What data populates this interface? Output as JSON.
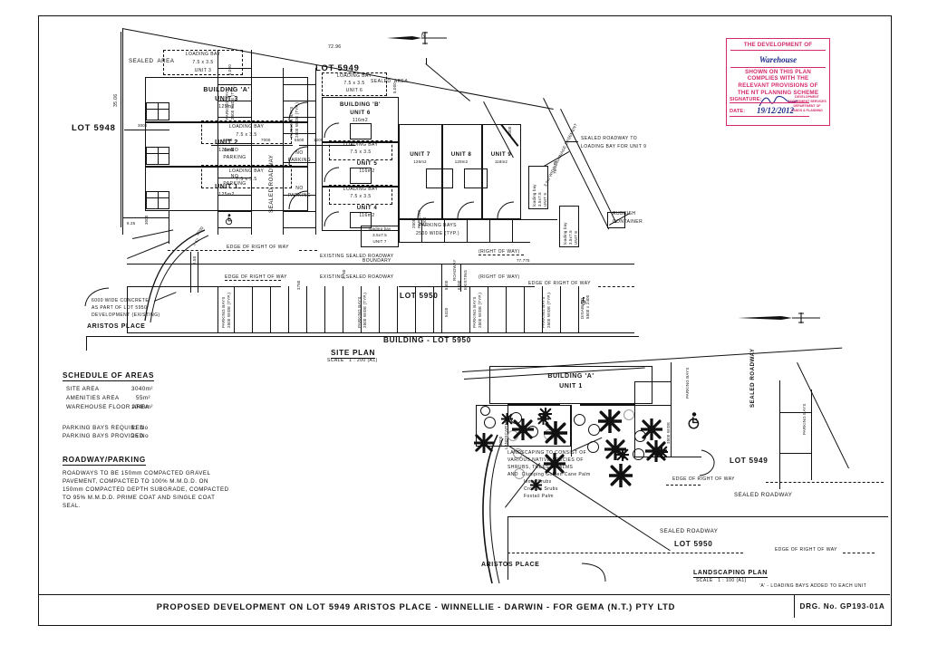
{
  "sheet": {
    "drawing_type": "architectural-site-plan",
    "title_block": {
      "main_title": "PROPOSED DEVELOPMENT ON LOT 5949 ARISTOS PLACE - WINNELLIE - DARWIN - FOR GEMA (N.T.) PTY LTD",
      "drawing_number_label": "DRG. No. GP193-01A"
    }
  },
  "stamp": {
    "line1": "THE DEVELOPMENT OF",
    "handwritten_use": "Warehouse",
    "line2": "SHOWN ON THIS PLAN",
    "line3": "COMPLIES WITH THE",
    "line4": "RELEVANT PROVISIONS OF",
    "line5": "THE NT PLANNING SCHEME",
    "signature_label": "SIGNATURE:",
    "date_label": "DATE:",
    "date_value": "19/12/2012",
    "dept1": "DEVELOPMENT",
    "dept2": "ASSESSMENT SERVICES",
    "dept3": "DEPARTMENT OF",
    "dept4": "LANDS & PLANNING",
    "border_color": "#d42a6b",
    "ink_color": "#1c2a8a"
  },
  "site_plan": {
    "title": "SITE PLAN",
    "scale": "SCALE   1 : 200 (A1)",
    "north_arrow": "north-arrow-icon",
    "lots": {
      "lot_north": "LOT 5949",
      "lot_west": "LOT 5948",
      "lot_south": "LOT 5950",
      "building_south": "BUILDING - LOT 5950"
    },
    "street": "ARISTOS PLACE",
    "building_a": {
      "name": "BUILDING 'A'",
      "units": [
        {
          "unit": "UNIT 3",
          "area": "125m2",
          "loading_bay": "LOADING BAY",
          "bay_size": "7.5 x 3.5",
          "bay_unit": "UNIT 3"
        },
        {
          "unit": "UNIT 2",
          "area": "125m2",
          "loading_bay": "LOADING BAY",
          "bay_size": "7.5 x 3.5",
          "bay_unit": ""
        },
        {
          "unit": "UNIT 1",
          "area": "125m2",
          "loading_bay": "LOADING BAY",
          "bay_size": "7.5 x 3.5",
          "bay_unit": ""
        }
      ]
    },
    "building_b": {
      "name": "BUILDING 'B'",
      "units": [
        {
          "unit": "UNIT 6",
          "area": "116m2",
          "loading_bay": "LOADING BAY",
          "bay_size": "7.5 x 3.5",
          "bay_unit": "UNIT 6"
        },
        {
          "unit": "UNIT 5",
          "area": "116m2",
          "loading_bay": "LOADING BAY",
          "bay_size": "7.5 x 3.5",
          "bay_unit": ""
        },
        {
          "unit": "UNIT 4",
          "area": "116m2",
          "loading_bay": "LOADING BAY",
          "bay_size": "7.5 x 3.5",
          "bay_unit": ""
        }
      ],
      "loading_bay_unit7": {
        "l1": "loading bay",
        "l2": "3.5x7.5",
        "l3": "UNIT 7"
      }
    },
    "building_c_units": [
      {
        "unit": "UNIT 7",
        "area": "126m2"
      },
      {
        "unit": "UNIT 8",
        "area": "128m2"
      },
      {
        "unit": "UNIT 9",
        "area": "118m2"
      }
    ],
    "loading_bay_unit9": {
      "l1": "loading bay",
      "l2": "3.5x7.5",
      "l3": "UNIT 9"
    },
    "loading_bay_unit8": {
      "l1": "loading bay",
      "l2": "3.5x7.5",
      "l3": "UNIT 8"
    },
    "annotations": {
      "sealed_area": "SEALED  AREA",
      "sealed_area_2": "SEALED  AREA",
      "sealed_roadway_vert": "SEALED ROADWAY",
      "no_parking": "NO\nPARKING",
      "parking_bays_typ": "PARKING BAYS\n2500 WIDE (TYP.)",
      "sealed_roadway_to_bay": "SEALED ROADWAY TO\nLOADING BAY FOR UNIT 9",
      "rubbish_container": "RUBBISH\nCONTAINER",
      "drainage_easement": "3.0m WIDE DRAINAGE EASEMENT",
      "concrete_note": "6000 WIDE CONCRETE\nAS PART OF LOT 5950\nDEVELOPMENT (EXISTING)",
      "edge_of_right_of_way": "EDGE OF RIGHT OF WAY",
      "existing_sealed_roadway": "EXISTING SEALED ROADWAY",
      "boundary": "BOUNDARY",
      "right_of_way": "(RIGHT OF WAY)",
      "existing_roadway_vert": "EXISTING",
      "roadway_vert": "ROADWAY",
      "disabled_bay": "DISABLED\n5500 x 2400"
    },
    "dimensions": {
      "top_boundary": "72.96",
      "left_boundary": "35.06",
      "bottom_right_boundary": "77.775",
      "easement_length": "76.075",
      "d_5000_top_a": "5.000",
      "d_5000_top_b": "5.000",
      "d_3000_west": "3000",
      "d_8350": "8.35",
      "d_3000_south": "3000",
      "d_3200_a": "3200",
      "d_5500_a": "5500",
      "d_7000": "7000",
      "d_5500_b": "5500",
      "d_1200": "1200",
      "d_3750_a": "3750",
      "d_5300": "5300",
      "d_6450": "6450",
      "d_5320": "5320",
      "d_5000_right": "5000",
      "d_1200_b": "1200",
      "d_3_62": "3.62",
      "d_2000": "2000",
      "d_2_50": "2.50",
      "d_3750_b": "3750"
    }
  },
  "schedule_of_areas": {
    "title": "SCHEDULE OF AREAS",
    "rows": [
      {
        "label": "SITE AREA",
        "value": "3040m²"
      },
      {
        "label": "AMENITIES AREA",
        "value": "55m²"
      },
      {
        "label": "WAREHOUSE FLOOR AREA",
        "value": "1040m²"
      }
    ],
    "parking": [
      {
        "label": "PARKING BAYS REQUIRED",
        "value": "11 No"
      },
      {
        "label": "PARKING BAYS PROVIDED",
        "value": "25 No"
      }
    ]
  },
  "roadway_parking": {
    "title": "ROADWAY/PARKING",
    "body": "ROADWAYS TO BE 150mm COMPACTED GRAVEL\nPAVEMENT, COMPACTED TO 100% M.M.D.D. ON\n150mm COMPACTED DEPTH SUBGRADE, COMPACTED\nTO 95% M.M.D.D. PRIME COAT AND SINGLE COAT\nSEAL."
  },
  "landscaping_plan": {
    "title": "LANDSCAPING PLAN",
    "scale": "SCALE   1 : 100 (A1)",
    "footnote": "'A' - LOADING BAYS ADDED TO EACH UNIT",
    "building_label": "BUILDING 'A'",
    "building_unit": "UNIT 1",
    "lot_label": "LOT 5949",
    "lot_label_2": "LOT 5950",
    "street": "ARISTOS PLACE",
    "sealed_roadway_vert": "SEALED ROADWAY",
    "sealed_roadway_1": "SEALED ROADWAY",
    "sealed_roadway_2": "SEALED ROADWAY",
    "parking_bays_1": "PARKING BAYS",
    "parking_bays_2": "PARKING BAYS",
    "landscaping_vert": "LANDSCAPING",
    "d_3000": "3000",
    "d_3500_wide": "3500 WIDE",
    "edge_of_right_of_way_1": "EDGE OF RIGHT OF WAY",
    "edge_of_right_of_way_2": "EDGE OF RIGHT OF WAY",
    "note": "LANDSCAPING TO CONSIST OF\nVARIOUS NATIVE SPECIES OF\nSHRUBS, TREES & PALMS\nAND  Clumping Golden Cane Palm",
    "species": [
      "Ixora Srubs",
      "Crotons Srubs",
      "Foxtail Palm"
    ],
    "disabled_icon": "wheelchair-icon"
  }
}
